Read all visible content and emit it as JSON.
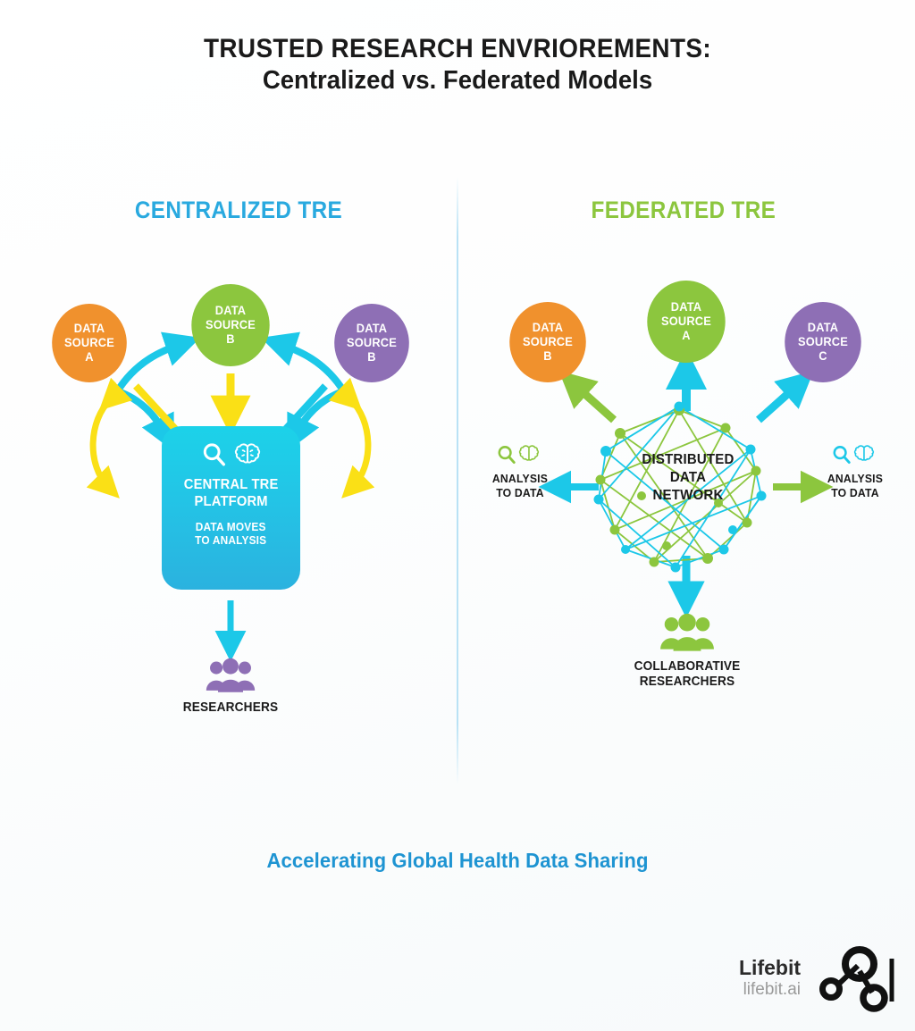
{
  "title": {
    "line1": "TRUSTED RESEARCH ENVRIOREMENTS:",
    "line2": "Centralized vs. Federated Models"
  },
  "panels": {
    "left": {
      "heading": "CENTRALIZED TRE",
      "sources": [
        {
          "label": "DATA\nSOURCE\nA",
          "color": "#F0912D"
        },
        {
          "label": "DATA\nSOURCE\nB",
          "color": "#8CC63E"
        },
        {
          "label": "DATA\nSOURCE\nB",
          "color": "#8E6FB5"
        }
      ],
      "platform": {
        "title": "CENTRAL TRE\nPLATFORM",
        "subtitle": "DATA MOVES\nTO ANALYSIS",
        "icons": [
          "search-icon",
          "brain-icon"
        ],
        "color_top": "#1CD2E9",
        "color_bottom": "#2BB2DF"
      },
      "researchers_label": "RESEARCHERS"
    },
    "right": {
      "heading": "FEDERATED TRE",
      "sources": [
        {
          "label": "DATA\nSOURCE\nB",
          "color": "#F0912D"
        },
        {
          "label": "DATA\nSOURCE\nA",
          "color": "#8CC63E"
        },
        {
          "label": "DATA\nSOURCE\nC",
          "color": "#8E6FB5"
        }
      ],
      "network_label": "DISTRIBUTED\nDATA\nNETWORK",
      "analysis_left": "ANALYSIS\nTO DATA",
      "analysis_right": "ANALYSIS\nTO DATA",
      "researchers_label": "COLLABORATIVE\nRESEARCHERS"
    }
  },
  "tagline": "Accelerating Global Health Data Sharing",
  "logo": {
    "name": "Lifebit",
    "domain": "lifebit.ai"
  },
  "colors": {
    "blue": "#29A9DF",
    "cyan": "#1CC8E8",
    "green": "#8CC63E",
    "yellow": "#FAE016",
    "orange": "#F0912D",
    "purple": "#8E6FB5",
    "text": "#1a1a1a",
    "divider": "#b9e2f5"
  }
}
